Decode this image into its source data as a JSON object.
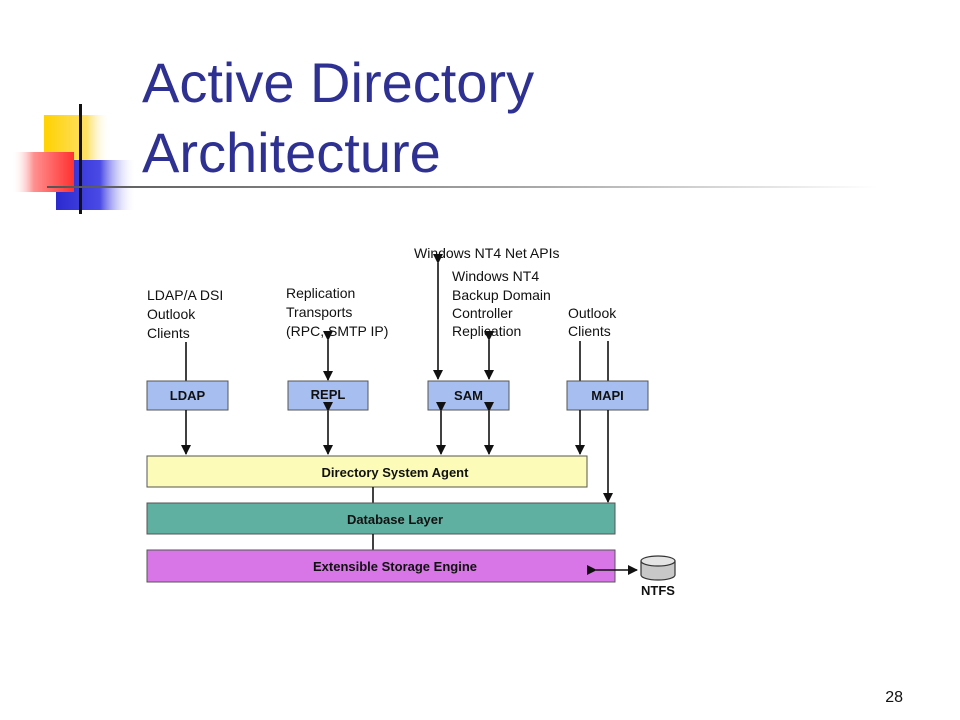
{
  "slide": {
    "title_lines": [
      "Active Directory",
      "Architecture"
    ],
    "page_number": "28"
  },
  "diagram": {
    "clients": {
      "ldap": [
        "LDAP/A DSI",
        "Outlook",
        "Clients"
      ],
      "repl": [
        "Replication",
        "Transports",
        "(RPC, SMTP IP)"
      ],
      "net_apis": "Windows NT4 Net APIs",
      "sam": [
        "Windows NT4",
        "Backup Domain",
        "Controller",
        "Replication"
      ],
      "mapi": [
        "Outlook",
        "Clients"
      ]
    },
    "interfaces": [
      "LDAP",
      "REPL",
      "SAM",
      "MAPI"
    ],
    "layers": {
      "dsa": "Directory System Agent",
      "db": "Database Layer",
      "ese": "Extensible Storage Engine"
    },
    "storage": "NTFS",
    "colors": {
      "title": "#2e3192",
      "interface_box": "#a7bff0",
      "dsa": "#fcfcb8",
      "db": "#5fb0a1",
      "ese": "#d876e8"
    }
  }
}
